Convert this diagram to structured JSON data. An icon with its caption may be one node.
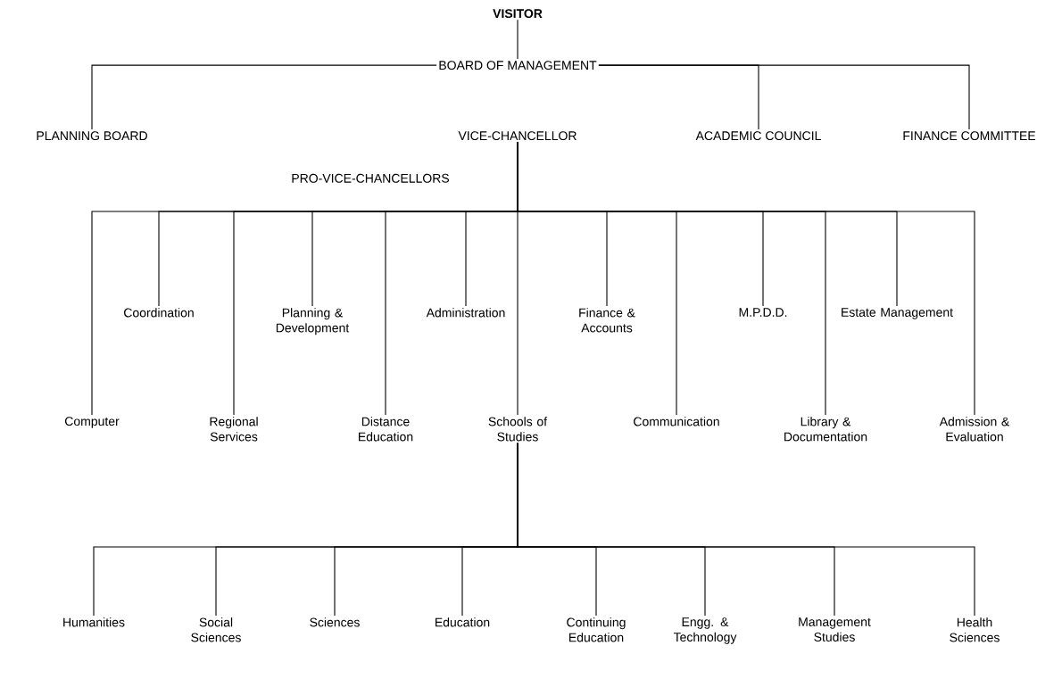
{
  "diagram": {
    "nodes": [
      {
        "text": [
          "VISITOR"
        ]
      },
      {
        "text": [
          "BOARD OF MANAGEMENT"
        ]
      },
      {
        "text": [
          "PLANNING BOARD"
        ]
      },
      {
        "text": [
          "VICE-CHANCELLOR"
        ]
      },
      {
        "text": [
          "ACADEMIC COUNCIL"
        ]
      },
      {
        "text": [
          "FINANCE COMMITTEE"
        ]
      },
      {
        "text": [
          "Coordination"
        ]
      },
      {
        "text": [
          "Planning & Development"
        ]
      },
      {
        "text": [
          "Administration"
        ]
      },
      {
        "text": [
          "Finance & Accounts"
        ]
      },
      {
        "text": [
          "M.P.D.D."
        ]
      },
      {
        "text": [
          "Estate Management"
        ]
      },
      {
        "text": [
          "Computer"
        ]
      },
      {
        "text": [
          "Regional Services"
        ]
      },
      {
        "text": [
          "Distance Education"
        ]
      },
      {
        "text": [
          "Schools of Studies"
        ]
      },
      {
        "text": [
          "Communication"
        ]
      },
      {
        "text": [
          "Library & Documentation"
        ]
      },
      {
        "text": [
          "Admission & Evaluation"
        ]
      },
      {
        "text": [
          "Humanities"
        ]
      },
      {
        "text": [
          "Social Sciences"
        ]
      },
      {
        "text": [
          "Sciences"
        ]
      },
      {
        "text": [
          "Education"
        ]
      },
      {
        "text": [
          "Continuing Education"
        ]
      },
      {
        "text": [
          "Engg. & Technology"
        ]
      },
      {
        "text": [
          "Management Studies"
        ]
      },
      {
        "text": [
          "Health Sciences"
        ]
      }
    ],
    "edges": [
      {
        "from": 0,
        "to": 1,
        "arrow": "none"
      },
      {
        "from": 1,
        "to": 2,
        "arrow": "none"
      },
      {
        "from": 1,
        "to": 4,
        "arrow": "none"
      },
      {
        "from": 1,
        "to": 5,
        "arrow": "none"
      },
      {
        "from": 3,
        "to": 12,
        "arrow": "none"
      },
      {
        "from": 3,
        "to": 6,
        "arrow": "none"
      },
      {
        "from": 3,
        "to": 13,
        "arrow": "none"
      },
      {
        "from": 3,
        "to": 7,
        "arrow": "none"
      },
      {
        "from": 3,
        "to": 14,
        "arrow": "none"
      },
      {
        "from": 3,
        "to": 8,
        "arrow": "none"
      },
      {
        "from": 3,
        "to": 15,
        "arrow": "none"
      },
      {
        "from": 3,
        "to": 9,
        "arrow": "none"
      },
      {
        "from": 3,
        "to": 16,
        "arrow": "none"
      },
      {
        "from": 3,
        "to": 10,
        "arrow": "none"
      },
      {
        "from": 3,
        "to": 17,
        "arrow": "none"
      },
      {
        "from": 3,
        "to": 11,
        "arrow": "none"
      },
      {
        "from": 3,
        "to": 18,
        "arrow": "none"
      },
      {
        "from": 15,
        "to": 19,
        "arrow": "none"
      },
      {
        "from": 15,
        "to": 20,
        "arrow": "none"
      },
      {
        "from": 15,
        "to": 21,
        "arrow": "none"
      },
      {
        "from": 15,
        "to": 22,
        "arrow": "none"
      },
      {
        "from": 15,
        "to": 23,
        "arrow": "none"
      },
      {
        "from": 15,
        "to": 24,
        "arrow": "none"
      },
      {
        "from": 15,
        "to": 25,
        "arrow": "none"
      },
      {
        "from": 15,
        "to": 26,
        "arrow": "none"
      }
    ],
    "labels": [
      "PRO-VICE-CHANCELLORS"
    ]
  }
}
